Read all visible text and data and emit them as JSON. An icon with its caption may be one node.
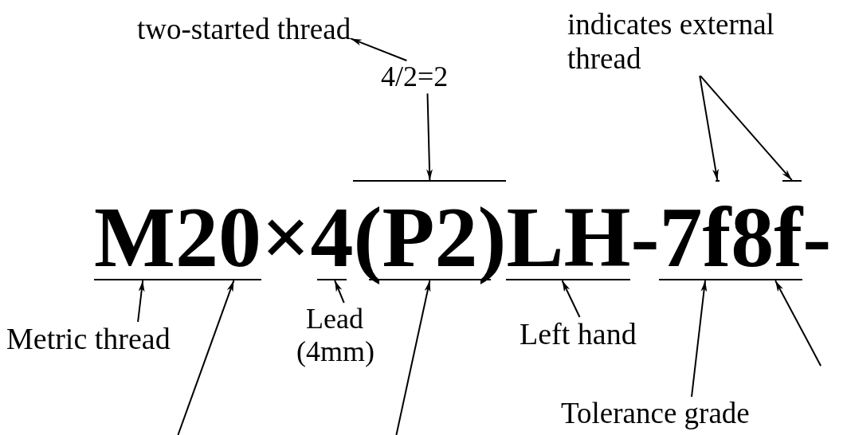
{
  "diagram": {
    "nodes": [
      {
        "text": [
          "two-started thread"
        ]
      },
      {
        "text": [
          "4/2=2"
        ]
      },
      {
        "text": [
          "indicates external thread"
        ]
      },
      {
        "text": [
          "Metric thread"
        ]
      },
      {
        "text": [
          "Lead (4mm)"
        ]
      },
      {
        "text": [
          "Left hand"
        ]
      },
      {
        "text": [
          "Tolerance grade"
        ]
      },
      {
        "text": [],
        "shape": "bar"
      },
      {
        "text": [],
        "shape": "bar"
      },
      {
        "text": [],
        "shape": "bar"
      },
      {
        "text": [],
        "shape": "bar"
      },
      {
        "text": [],
        "shape": "bar"
      },
      {
        "text": [],
        "shape": "bar"
      },
      {
        "text": [],
        "shape": "bar"
      },
      {
        "text": [],
        "shape": "bar"
      },
      {
        "text": [],
        "shape": "bar"
      },
      {
        "text": [],
        "shape": "bar"
      }
    ],
    "edges": [
      {
        "from": 1,
        "to": 0,
        "arrow": "to"
      },
      {
        "from": 1,
        "to": 7,
        "arrow": "to"
      },
      {
        "from": 2,
        "to": 8,
        "arrow": "to"
      },
      {
        "from": 2,
        "to": 9,
        "arrow": "to"
      },
      {
        "from": 3,
        "to": 10,
        "arrow": "to"
      },
      {
        "from": null,
        "to": 11,
        "arrow": "to"
      },
      {
        "from": 4,
        "to": 12,
        "arrow": "to"
      },
      {
        "from": null,
        "to": 13,
        "arrow": "to"
      },
      {
        "from": 5,
        "to": 14,
        "arrow": "to"
      },
      {
        "from": 6,
        "to": 15,
        "arrow": "to"
      },
      {
        "from": null,
        "to": 16,
        "arrow": "to"
      }
    ],
    "labels": [
      "M20×4(P2)LH-7f8f-"
    ]
  }
}
